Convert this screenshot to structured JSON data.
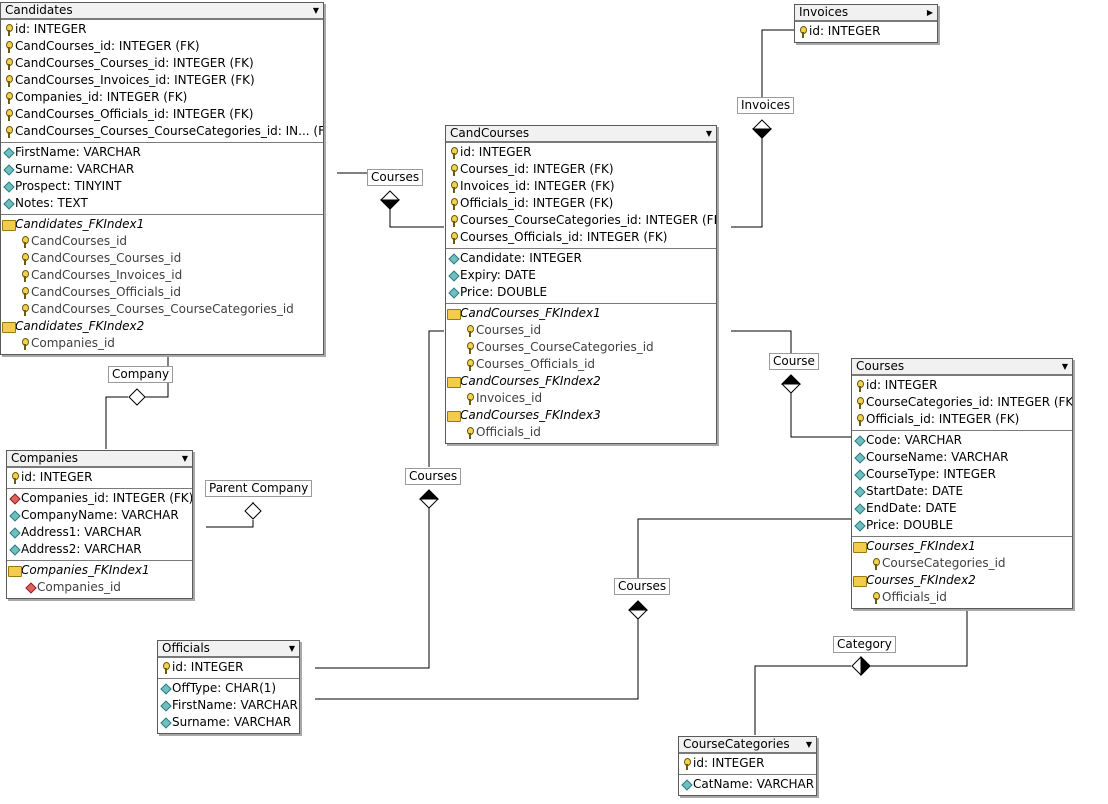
{
  "tables": {
    "candidates": {
      "name": "Candidates",
      "columns": [
        "id: INTEGER",
        "CandCourses_id: INTEGER (FK)",
        "CandCourses_Courses_id: INTEGER (FK)",
        "CandCourses_Invoices_id: INTEGER (FK)",
        "Companies_id: INTEGER (FK)",
        "CandCourses_Officials_id: INTEGER (FK)",
        "CandCourses_Courses_CourseCategories_id: IN... (FK)"
      ],
      "fields": [
        "FirstName: VARCHAR",
        "Surname: VARCHAR",
        "Prospect: TINYINT",
        "Notes: TEXT"
      ],
      "indexes": [
        {
          "name": "Candidates_FKIndex1",
          "cols": [
            "CandCourses_id",
            "CandCourses_Courses_id",
            "CandCourses_Invoices_id",
            "CandCourses_Officials_id",
            "CandCourses_Courses_CourseCategories_id"
          ]
        },
        {
          "name": "Candidates_FKIndex2",
          "cols": [
            "Companies_id"
          ]
        }
      ]
    },
    "invoices": {
      "name": "Invoices",
      "columns": [
        "id: INTEGER"
      ]
    },
    "candcourses": {
      "name": "CandCourses",
      "columns": [
        "id: INTEGER",
        "Courses_id: INTEGER (FK)",
        "Invoices_id: INTEGER (FK)",
        "Officials_id: INTEGER (FK)",
        "Courses_CourseCategories_id: INTEGER (FK)",
        "Courses_Officials_id: INTEGER (FK)"
      ],
      "fields": [
        "Candidate: INTEGER",
        "Expiry: DATE",
        "Price: DOUBLE"
      ],
      "indexes": [
        {
          "name": "CandCourses_FKIndex1",
          "cols": [
            "Courses_id",
            "Courses_CourseCategories_id",
            "Courses_Officials_id"
          ]
        },
        {
          "name": "CandCourses_FKIndex2",
          "cols": [
            "Invoices_id"
          ]
        },
        {
          "name": "CandCourses_FKIndex3",
          "cols": [
            "Officials_id"
          ]
        }
      ]
    },
    "companies": {
      "name": "Companies",
      "columns": [
        "id: INTEGER"
      ],
      "fk_columns": [
        "Companies_id: INTEGER (FK)"
      ],
      "fields": [
        "CompanyName: VARCHAR",
        "Address1: VARCHAR",
        "Address2: VARCHAR"
      ],
      "indexes": [
        {
          "name": "Companies_FKIndex1",
          "cols": [
            "Companies_id"
          ]
        }
      ]
    },
    "courses": {
      "name": "Courses",
      "columns": [
        "id: INTEGER",
        "CourseCategories_id: INTEGER (FK)",
        "Officials_id: INTEGER (FK)"
      ],
      "fields": [
        "Code: VARCHAR",
        "CourseName: VARCHAR",
        "CourseType: INTEGER",
        "StartDate: DATE",
        "EndDate: DATE",
        "Price: DOUBLE"
      ],
      "indexes": [
        {
          "name": "Courses_FKIndex1",
          "cols": [
            "CourseCategories_id"
          ]
        },
        {
          "name": "Courses_FKIndex2",
          "cols": [
            "Officials_id"
          ]
        }
      ]
    },
    "officials": {
      "name": "Officials",
      "columns": [
        "id: INTEGER"
      ],
      "fields": [
        "OffType: CHAR(1)",
        "FirstName: VARCHAR",
        "Surname: VARCHAR"
      ]
    },
    "coursecategories": {
      "name": "CourseCategories",
      "columns": [
        "id: INTEGER"
      ],
      "fields": [
        "CatName: VARCHAR"
      ]
    }
  },
  "relations": {
    "r_courses_top": "Courses",
    "r_invoices": "Invoices",
    "r_company": "Company",
    "r_parent_company": "Parent Company",
    "r_course": "Course",
    "r_courses_mid": "Courses",
    "r_courses_low": "Courses",
    "r_category": "Category"
  },
  "colors": {
    "line": "#000000",
    "table_border": "#5a5a5a",
    "header_bg": "#f1f1f1"
  }
}
